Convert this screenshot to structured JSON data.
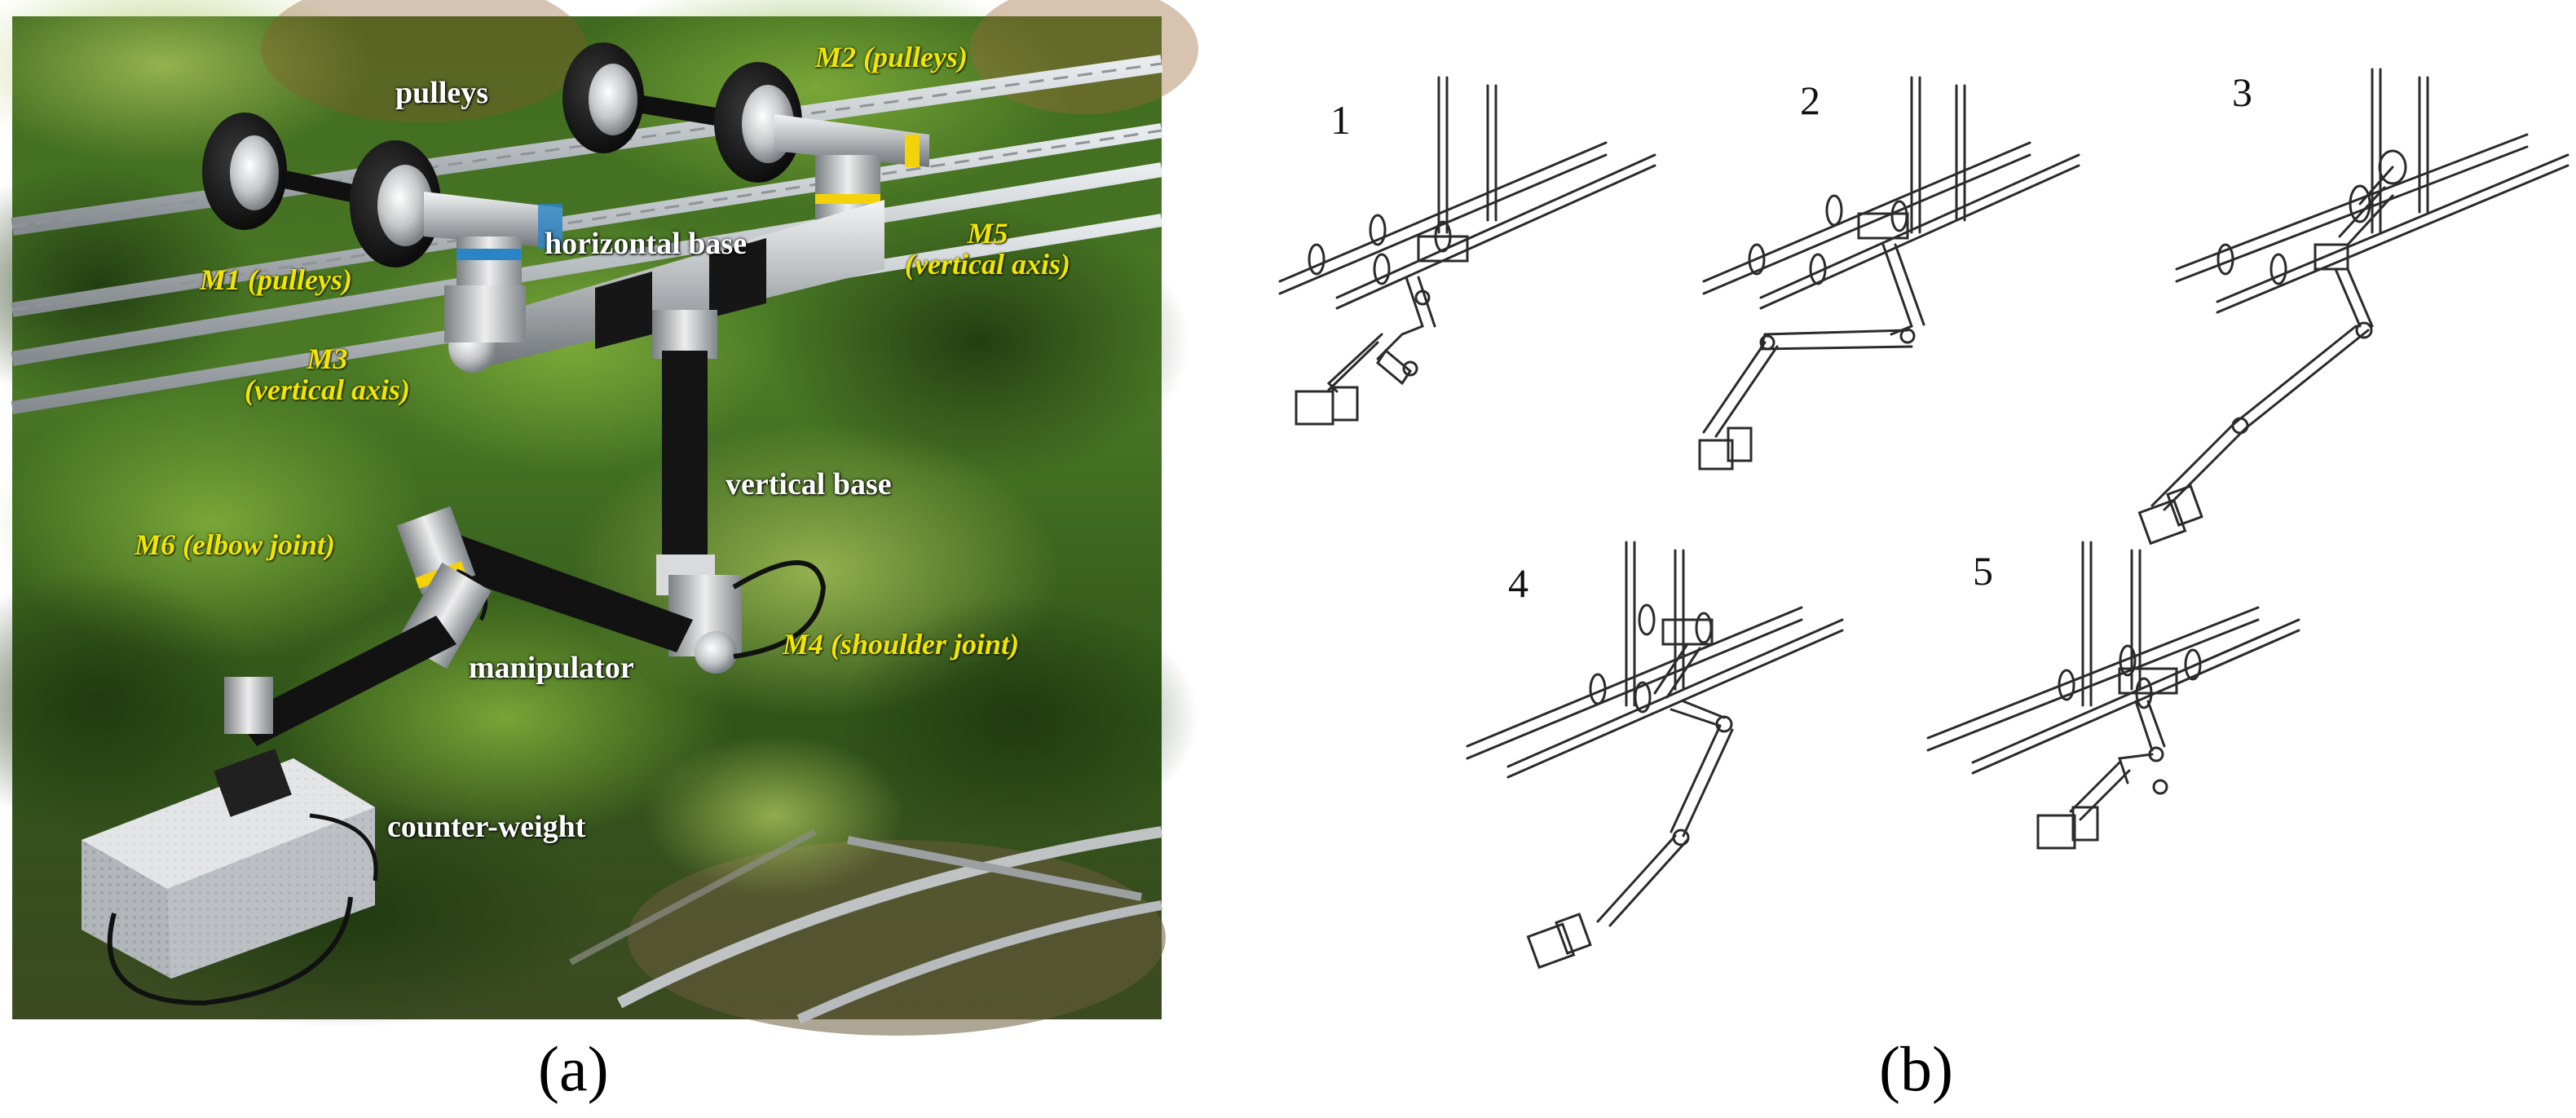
{
  "panel_a": {
    "caption": "(a)",
    "labels": {
      "pulleys": "pulleys",
      "m2": "M2 (pulleys)",
      "horizontal_base": "horizontal base",
      "m1": "M1 (pulleys)",
      "m5": "M5\n(vertical axis)",
      "m3": "M3\n(vertical axis)",
      "vertical_base": "vertical base",
      "m6": "M6 (elbow joint)",
      "manipulator": "manipulator",
      "m4": "M4 (shoulder joint)",
      "counter_weight": "counter-weight"
    },
    "colors": {
      "label_white": "#ffffff",
      "label_yellow": "#f2e600"
    }
  },
  "panel_b": {
    "caption": "(b)",
    "steps": [
      "1",
      "2",
      "3",
      "4",
      "5"
    ]
  }
}
